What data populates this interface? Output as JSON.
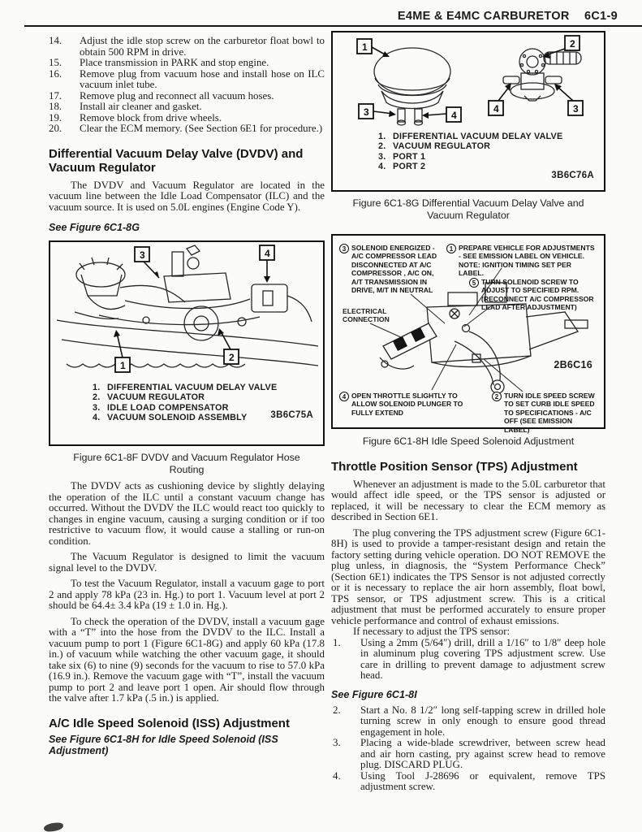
{
  "header": {
    "title": "E4ME & E4MC CARBURETOR",
    "page": "6C1-9"
  },
  "left": {
    "steps": [
      {
        "num": "14.",
        "text": "Adjust the idle stop screw on the carburetor float bowl to obtain 500 RPM in drive."
      },
      {
        "num": "15.",
        "text": "Place transmission in PARK and stop engine."
      },
      {
        "num": "16.",
        "text": "Remove plug from vacuum hose and install hose on ILC vacuum inlet tube."
      },
      {
        "num": "17.",
        "text": "Remove plug and reconnect all vacuum hoses."
      },
      {
        "num": "18.",
        "text": "Install air cleaner and gasket."
      },
      {
        "num": "19.",
        "text": "Remove block from drive wheels."
      },
      {
        "num": "20.",
        "text": "Clear the ECM memory. (See Section 6E1 for procedure.)"
      }
    ],
    "heading1": "Differential Vacuum Delay Valve (DVDV) and Vacuum Regulator",
    "para1": "The DVDV and Vacuum Regulator are located in the vacuum line between the Idle Load Compensator (ILC) and the vacuum source. It is used on 5.0L engines (Engine Code Y).",
    "see1": "See Figure 6C1-8G",
    "fig8f": {
      "callouts": {
        "c1": "1",
        "c2": "2",
        "c3": "3",
        "c4": "4"
      },
      "legend": [
        {
          "num": "1.",
          "text": "DIFFERENTIAL VACUUM DELAY VALVE"
        },
        {
          "num": "2.",
          "text": "VACUUM REGULATOR"
        },
        {
          "num": "3.",
          "text": "IDLE LOAD COMPENSATOR"
        },
        {
          "num": "4.",
          "text": "VACUUM SOLENOID ASSEMBLY"
        }
      ],
      "code": "3B6C75A",
      "caption": "Figure 6C1-8F DVDV and Vacuum Regulator Hose Routing"
    },
    "para2": "The DVDV acts as cushioning device by slightly delaying the operation of the ILC until a constant vacuum change has occurred. Without the DVDV the ILC would react too quickly to changes in engine vacuum, causing a surging condition or if too restrictive to vacuum flow, it would cause a stalling or run-on condition.",
    "para3": "The Vacuum Regulator is designed to limit the vacuum signal level to the DVDV.",
    "para4": "To test the Vacuum Regulator, install a vacuum gage to port 2 and apply 78 kPa (23 in. Hg.) to port 1. Vacuum level at port 2 should be 64.4± 3.4 kPa (19 ± 1.0 in. Hg.).",
    "para5": "To check the operation of the DVDV, install a vacuum gage with a “T” into the hose from the DVDV to the ILC. Install a vacuum pump to port 1 (Figure 6C1-8G) and apply 60 kPa (17.8 in.) of vacuum while watching the other vacuum gage, it should take six (6) to nine (9) seconds for the vacuum to rise to 57.0 kPa (16.9 in.). Remove the vacuum gage with “T”, install the vacuum pump to port 2 and leave port 1 open. Air should flow through the valve after 1.7 kPa (.5 in.) is applied.",
    "heading2": "A/C Idle Speed Solenoid (ISS) Adjustment",
    "see2": "See Figure 6C1-8H for Idle Speed Solenoid (ISS Adjustment)"
  },
  "right": {
    "fig8g": {
      "callouts": {
        "c1": "1",
        "c2": "2",
        "c3": "3",
        "c4": "4"
      },
      "legend": [
        {
          "num": "1.",
          "text": "DIFFERENTIAL VACUUM DELAY VALVE"
        },
        {
          "num": "2.",
          "text": "VACUUM REGULATOR"
        },
        {
          "num": "3.",
          "text": "PORT 1"
        },
        {
          "num": "4.",
          "text": "PORT 2"
        }
      ],
      "code": "3B6C76A",
      "caption": "Figure 6C1-8G Differential Vacuum Delay Valve and Vacuum Regulator"
    },
    "fig8h": {
      "c3": {
        "n": "3",
        "text": "SOLENOID ENERGIZED - A/C COMPRESSOR LEAD DISCONNECTED AT A/C COMPRESSOR , A/C ON, A/T TRANSMISSION IN DRIVE, M/T IN NEUTRAL"
      },
      "c1": {
        "n": "1",
        "text": "PREPARE VEHICLE FOR ADJUSTMENTS - SEE EMISSION LABEL ON VEHICLE. NOTE: IGNITION TIMING SET PER LABEL."
      },
      "c5": {
        "n": "5",
        "text": "TURN SOLENOID SCREW TO ADJUST TO SPECIFIED RPM. (RECONNECT A/C COMPRESSOR LEAD AFTER ADJUSTMENT)"
      },
      "electrical": "ELECTRICAL CONNECTION",
      "c4": {
        "n": "4",
        "text": "OPEN THROTTLE SLIGHTLY TO ALLOW SOLENOID PLUNGER TO FULLY EXTEND"
      },
      "c2": {
        "n": "2",
        "text": "TURN IDLE SPEED SCREW TO SET CURB IDLE SPEED TO SPECIFICATIONS - A/C OFF (SEE EMISSION LABEL)"
      },
      "code": "2B6C16",
      "caption": "Figure 6C1-8H Idle Speed Solenoid Adjustment"
    },
    "heading": "Throttle Position Sensor (TPS) Adjustment",
    "para1": "Whenever an adjustment is made to the 5.0L carburetor that would affect idle speed, or the TPS sensor is adjusted or replaced, it will be necessary to clear the ECM memory as described in Section 6E1.",
    "para2": "The plug convering the TPS adjustment screw (Figure 6C1-8H) is used to provide a tamper-resistant design and retain the factory setting during vehicle operation. DO NOT REMOVE the plug unless, in diagnosis, the “System Performance Check” (Section 6E1) indicates the TPS Sensor is not adjusted correctly or it is necessary to replace the air horn assembly, float bowl, TPS sensor, or TPS adjustment screw. This is a critical adjustment that must be performed accurately to ensure proper vehicle performance and control of exhaust emissions.",
    "para3": "If necessary to adjust the TPS sensor:",
    "see": "See Figure 6C1-8I",
    "steps": [
      {
        "num": "1.",
        "text": "Using a 2mm (5/64″) drill, drill a 1/16″ to 1/8″ deep hole in aluminum plug covering TPS adjustment screw. Use care in drilling to prevent damage to adjustment screw head."
      },
      {
        "num": "2.",
        "text": "Start a No. 8 1/2″ long self-tapping screw in drilled hole turning screw in only enough to ensure good thread engagement in hole."
      },
      {
        "num": "3.",
        "text": "Placing a wide-blade screwdriver, between screw head and air horn casting, pry against screw head to remove plug. DISCARD PLUG."
      },
      {
        "num": "4.",
        "text": "Using Tool J-28696 or equivalent, remove TPS adjustment screw."
      }
    ]
  }
}
